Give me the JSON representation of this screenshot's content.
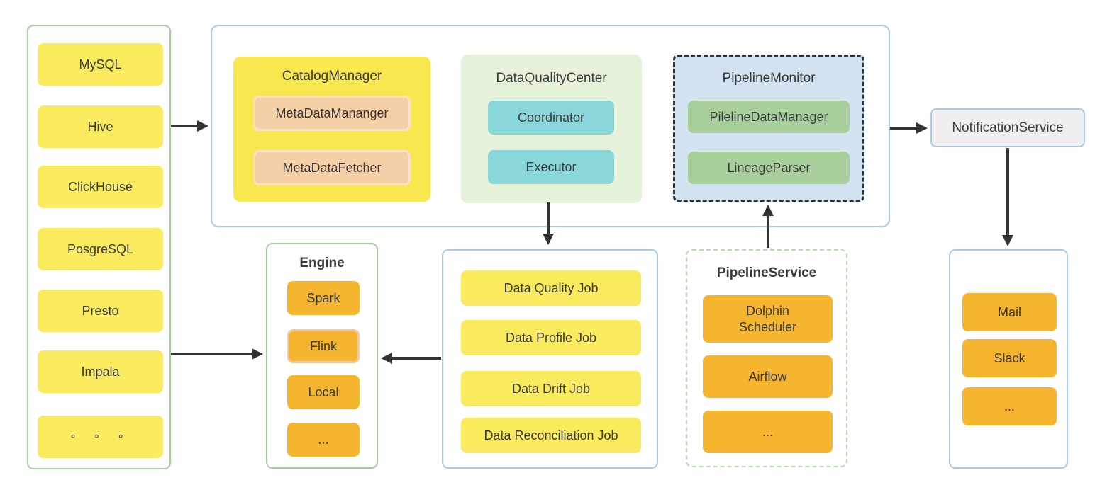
{
  "palette": {
    "yellow_box": "#faeb5e",
    "yellow_panel_bg": "#f9e74f",
    "peach_box": "#f5cfa6",
    "lightgreen_panel_bg": "#e6f2da",
    "cyan_box": "#89d7da",
    "lightblue_panel_bg": "#d2e3ef",
    "green_box": "#a7cf9b",
    "orange_box": "#f6b52e",
    "green_border": "#a5cd9c",
    "blue_border": "#a9cbe2",
    "dashed_dark_border": "#2a3440",
    "dashed_green_border": "#b5dcab",
    "gray_box_bg": "#f0eeee",
    "arrow_color": "#333333"
  },
  "sources": {
    "items": [
      "MySQL",
      "Hive",
      "ClickHouse",
      "PosgreSQL",
      "Presto",
      "Impala",
      "∘ ∘ ∘"
    ]
  },
  "platform": {
    "catalog_manager": {
      "title": "CatalogManager",
      "modules": [
        "MetaDataMananger",
        "MetaDataFetcher"
      ]
    },
    "data_quality_center": {
      "title": "DataQualityCenter",
      "modules": [
        "Coordinator",
        "Executor"
      ]
    },
    "pipeline_monitor": {
      "title": "PipelineMonitor",
      "modules": [
        "PilelineDataManager",
        "LineageParser"
      ]
    }
  },
  "notification_service": {
    "label": "NotificationService"
  },
  "engine": {
    "title": "Engine",
    "items": [
      "Spark",
      "Flink",
      "Local",
      "..."
    ]
  },
  "quality_jobs": {
    "items": [
      "Data Quality Job",
      "Data Profile Job",
      "Data Drift Job",
      "Data Reconciliation Job"
    ]
  },
  "pipeline_service": {
    "title": "PipelineService",
    "items": [
      "Dolphin\nScheduler",
      "Airflow",
      "..."
    ]
  },
  "notification_channels": {
    "items": [
      "Mail",
      "Slack",
      "..."
    ]
  }
}
